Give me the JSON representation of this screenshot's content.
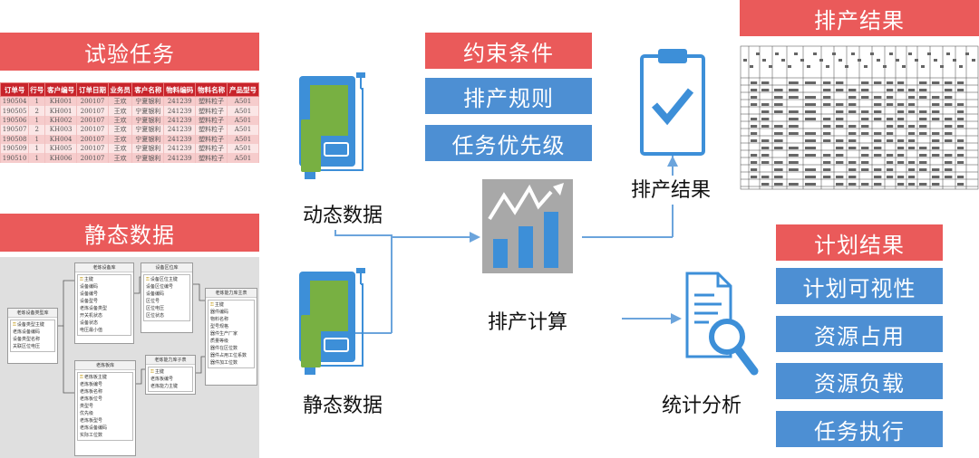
{
  "left": {
    "test_task_title": "试验任务",
    "static_data_title": "静态数据",
    "order_table": {
      "headers": [
        "订单号",
        "行号",
        "客户编号",
        "订单日期",
        "业务员",
        "客户名称",
        "物料编码",
        "物料名称",
        "产品型号"
      ],
      "rows": [
        [
          "190504",
          "1",
          "KH001",
          "200107",
          "王欢",
          "宁夏银利",
          "241239",
          "塑料粒子",
          "A501"
        ],
        [
          "190505",
          "2",
          "KH001",
          "200107",
          "王欢",
          "宁夏银利",
          "241239",
          "塑料粒子",
          "A501"
        ],
        [
          "190506",
          "1",
          "KH002",
          "200107",
          "王欢",
          "宁夏银利",
          "241239",
          "塑料粒子",
          "A501"
        ],
        [
          "190507",
          "2",
          "KH003",
          "200107",
          "王欢",
          "宁夏银利",
          "241239",
          "塑料粒子",
          "A501"
        ],
        [
          "190508",
          "1",
          "KH004",
          "200107",
          "王欢",
          "宁夏银利",
          "241239",
          "塑料粒子",
          "A501"
        ],
        [
          "190509",
          "1",
          "KH005",
          "200107",
          "王欢",
          "宁夏银利",
          "241239",
          "塑料粒子",
          "A501"
        ],
        [
          "190510",
          "1",
          "KH006",
          "200107",
          "王欢",
          "宁夏银利",
          "241239",
          "塑料粒子",
          "A501"
        ]
      ]
    },
    "er_tables": [
      {
        "title": "老炼设备类型库",
        "fields": [
          {
            "name": "设备类型主键",
            "key": true
          },
          {
            "name": "老炼设备编码",
            "key": false
          },
          {
            "name": "设备类型名称",
            "key": false
          },
          {
            "name": "关联区位电压",
            "key": false
          }
        ]
      },
      {
        "title": "老炼设备库",
        "fields": [
          {
            "name": "主键",
            "key": true
          },
          {
            "name": "设备编码",
            "key": false
          },
          {
            "name": "设备编号",
            "key": false
          },
          {
            "name": "设备型号",
            "key": false
          },
          {
            "name": "老炼设备类型",
            "key": false
          },
          {
            "name": "开关机状态",
            "key": false
          },
          {
            "name": "设备状态",
            "key": false
          },
          {
            "name": "电压最小值",
            "key": false
          }
        ]
      },
      {
        "title": "设备区位库",
        "fields": [
          {
            "name": "设备区位主键",
            "key": true
          },
          {
            "name": "设备区位编号",
            "key": false
          },
          {
            "name": "设备编码",
            "key": false
          },
          {
            "name": "区位号",
            "key": false
          },
          {
            "name": "区位电压",
            "key": false
          },
          {
            "name": "区位状态",
            "key": false
          }
        ]
      },
      {
        "title": "老炼能力库主表",
        "fields": [
          {
            "name": "主键",
            "key": true
          },
          {
            "name": "器件编码",
            "key": false
          },
          {
            "name": "物料名称",
            "key": false
          },
          {
            "name": "型号规格",
            "key": false
          },
          {
            "name": "器件生产厂家",
            "key": false
          },
          {
            "name": "质量等级",
            "key": false
          },
          {
            "name": "器件在区位数",
            "key": false
          },
          {
            "name": "器件占用工位系数",
            "key": false
          },
          {
            "name": "器件加工位数",
            "key": false
          }
        ]
      },
      {
        "title": "老炼板库",
        "fields": [
          {
            "name": "老炼板主键",
            "key": true
          },
          {
            "name": "老炼板编号",
            "key": false
          },
          {
            "name": "老炼板名称",
            "key": false
          },
          {
            "name": "老炼板位号",
            "key": false
          },
          {
            "name": "类型号",
            "key": false
          },
          {
            "name": "优先级",
            "key": false
          },
          {
            "name": "老炼板型号",
            "key": false
          },
          {
            "name": "老炼设备编码",
            "key": false
          },
          {
            "name": "实际工位数",
            "key": false
          }
        ]
      },
      {
        "title": "老炼能力库子表",
        "fields": [
          {
            "name": "主键",
            "key": true
          },
          {
            "name": "老炼板编号",
            "key": false
          },
          {
            "name": "老炼能力主键",
            "key": false
          }
        ]
      }
    ]
  },
  "center": {
    "dynamic_data_label": "动态数据",
    "static_data_label": "静态数据",
    "scheduling_calc_label": "排产计算",
    "scheduling_result_label": "排产结果",
    "statistical_analysis_label": "统计分析",
    "constraints_title": "约束条件",
    "constraint_items": [
      "排产规则",
      "任务优先级"
    ]
  },
  "right": {
    "scheduling_result_title": "排产结果",
    "plan_result_title": "计划结果",
    "plan_items": [
      "计划可视性",
      "资源占用",
      "资源负载",
      "任务执行"
    ]
  },
  "colors": {
    "red_header": "#ea5a5a",
    "blue_box": "#4d8fd3",
    "device_blue": "#3d8fd8",
    "device_green": "#78b042",
    "line_blue": "#6ba4dc",
    "chart_gray": "#a8a8a8"
  }
}
